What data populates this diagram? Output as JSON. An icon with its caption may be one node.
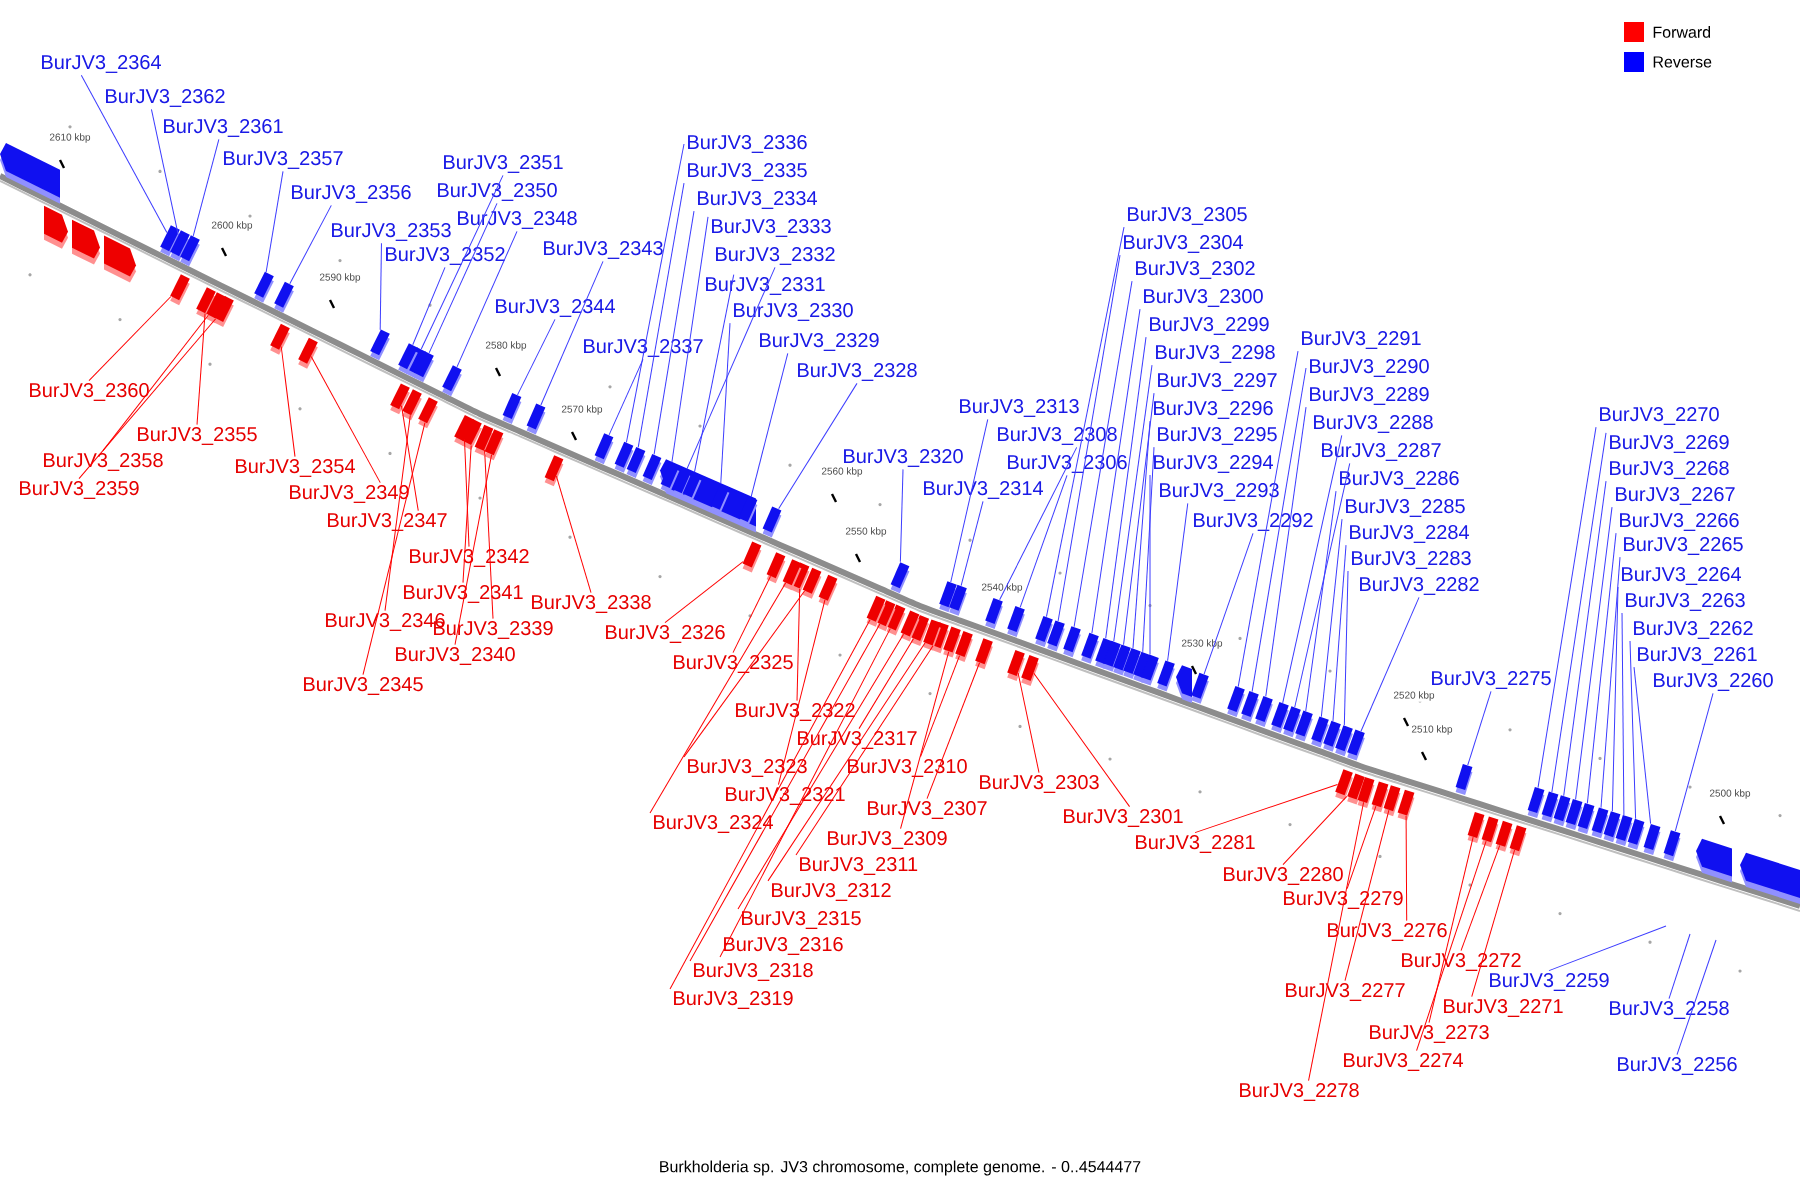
{
  "diagram": {
    "caption": "Burkholderia sp. JV3 chromosome, complete genome. - 0..4544477",
    "nodes": [
      {
        "text": [
          "BurJV3_2364"
        ]
      },
      {
        "text": [
          "BurJV3_2362"
        ]
      },
      {
        "text": [
          "BurJV3_2361"
        ]
      },
      {
        "text": [
          "BurJV3_2357"
        ]
      },
      {
        "text": [
          "BurJV3_2356"
        ]
      },
      {
        "text": [
          "BurJV3_2351"
        ]
      },
      {
        "text": [
          "BurJV3_2350"
        ]
      },
      {
        "text": [
          "BurJV3_2348"
        ]
      },
      {
        "text": [
          "BurJV3_2353"
        ]
      },
      {
        "text": [
          "BurJV3_2352"
        ]
      },
      {
        "text": [
          "BurJV3_2343"
        ]
      },
      {
        "text": [
          "BurJV3_2344"
        ]
      },
      {
        "text": [
          "BurJV3_2337"
        ]
      },
      {
        "text": [
          "BurJV3_2336"
        ]
      },
      {
        "text": [
          "BurJV3_2335"
        ]
      },
      {
        "text": [
          "BurJV3_2334"
        ]
      },
      {
        "text": [
          "BurJV3_2333"
        ]
      },
      {
        "text": [
          "BurJV3_2332"
        ]
      },
      {
        "text": [
          "BurJV3_2331"
        ]
      },
      {
        "text": [
          "BurJV3_2330"
        ]
      },
      {
        "text": [
          "BurJV3_2329"
        ]
      },
      {
        "text": [
          "BurJV3_2328"
        ]
      },
      {
        "text": [
          "BurJV3_2320"
        ]
      },
      {
        "text": [
          "BurJV3_2313"
        ]
      },
      {
        "text": [
          "BurJV3_2314"
        ]
      },
      {
        "text": [
          "BurJV3_2308"
        ]
      },
      {
        "text": [
          "BurJV3_2306"
        ]
      },
      {
        "text": [
          "BurJV3_2305"
        ]
      },
      {
        "text": [
          "BurJV3_2304"
        ]
      },
      {
        "text": [
          "BurJV3_2302"
        ]
      },
      {
        "text": [
          "BurJV3_2300"
        ]
      },
      {
        "text": [
          "BurJV3_2299"
        ]
      },
      {
        "text": [
          "BurJV3_2298"
        ]
      },
      {
        "text": [
          "BurJV3_2297"
        ]
      },
      {
        "text": [
          "BurJV3_2296"
        ]
      },
      {
        "text": [
          "BurJV3_2295"
        ]
      },
      {
        "text": [
          "BurJV3_2294"
        ]
      },
      {
        "text": [
          "BurJV3_2293"
        ]
      },
      {
        "text": [
          "BurJV3_2292"
        ]
      },
      {
        "text": [
          "BurJV3_2291"
        ]
      },
      {
        "text": [
          "BurJV3_2290"
        ]
      },
      {
        "text": [
          "BurJV3_2289"
        ]
      },
      {
        "text": [
          "BurJV3_2288"
        ]
      },
      {
        "text": [
          "BurJV3_2287"
        ]
      },
      {
        "text": [
          "BurJV3_2286"
        ]
      },
      {
        "text": [
          "BurJV3_2285"
        ]
      },
      {
        "text": [
          "BurJV3_2284"
        ]
      },
      {
        "text": [
          "BurJV3_2283"
        ]
      },
      {
        "text": [
          "BurJV3_2282"
        ]
      },
      {
        "text": [
          "BurJV3_2275"
        ]
      },
      {
        "text": [
          "BurJV3_2270"
        ]
      },
      {
        "text": [
          "BurJV3_2269"
        ]
      },
      {
        "text": [
          "BurJV3_2268"
        ]
      },
      {
        "text": [
          "BurJV3_2267"
        ]
      },
      {
        "text": [
          "BurJV3_2266"
        ]
      },
      {
        "text": [
          "BurJV3_2265"
        ]
      },
      {
        "text": [
          "BurJV3_2264"
        ]
      },
      {
        "text": [
          "BurJV3_2263"
        ]
      },
      {
        "text": [
          "BurJV3_2262"
        ]
      },
      {
        "text": [
          "BurJV3_2261"
        ]
      },
      {
        "text": [
          "BurJV3_2260"
        ]
      },
      {
        "text": [
          "BurJV3_2360"
        ]
      },
      {
        "text": [
          "BurJV3_2355"
        ]
      },
      {
        "text": [
          "BurJV3_2358"
        ]
      },
      {
        "text": [
          "BurJV3_2359"
        ]
      },
      {
        "text": [
          "BurJV3_2354"
        ]
      },
      {
        "text": [
          "BurJV3_2349"
        ]
      },
      {
        "text": [
          "BurJV3_2347"
        ]
      },
      {
        "text": [
          "BurJV3_2342"
        ]
      },
      {
        "text": [
          "BurJV3_2341"
        ]
      },
      {
        "text": [
          "BurJV3_2346"
        ]
      },
      {
        "text": [
          "BurJV3_2339"
        ]
      },
      {
        "text": [
          "BurJV3_2340"
        ]
      },
      {
        "text": [
          "BurJV3_2345"
        ]
      },
      {
        "text": [
          "BurJV3_2338"
        ]
      },
      {
        "text": [
          "BurJV3_2326"
        ]
      },
      {
        "text": [
          "BurJV3_2325"
        ]
      },
      {
        "text": [
          "BurJV3_2322"
        ]
      },
      {
        "text": [
          "BurJV3_2317"
        ]
      },
      {
        "text": [
          "BurJV3_2323"
        ]
      },
      {
        "text": [
          "BurJV3_2310"
        ]
      },
      {
        "text": [
          "BurJV3_2321"
        ]
      },
      {
        "text": [
          "BurJV3_2307"
        ]
      },
      {
        "text": [
          "BurJV3_2324"
        ]
      },
      {
        "text": [
          "BurJV3_2309"
        ]
      },
      {
        "text": [
          "BurJV3_2311"
        ]
      },
      {
        "text": [
          "BurJV3_2312"
        ]
      },
      {
        "text": [
          "BurJV3_2315"
        ]
      },
      {
        "text": [
          "BurJV3_2316"
        ]
      },
      {
        "text": [
          "BurJV3_2318"
        ]
      },
      {
        "text": [
          "BurJV3_2319"
        ]
      },
      {
        "text": [
          "BurJV3_2303"
        ]
      },
      {
        "text": [
          "BurJV3_2301"
        ]
      },
      {
        "text": [
          "BurJV3_2281"
        ]
      },
      {
        "text": [
          "BurJV3_2280"
        ]
      },
      {
        "text": [
          "BurJV3_2279"
        ]
      },
      {
        "text": [
          "BurJV3_2276"
        ]
      },
      {
        "text": [
          "BurJV3_2272"
        ]
      },
      {
        "text": [
          "BurJV3_2277"
        ]
      },
      {
        "text": [
          "BurJV3_2271"
        ]
      },
      {
        "text": [
          "BurJV3_2273"
        ]
      },
      {
        "text": [
          "BurJV3_2274"
        ]
      },
      {
        "text": [
          "BurJV3_2278"
        ]
      },
      {
        "text": [
          "BurJV3_2259"
        ]
      },
      {
        "text": [
          "BurJV3_2258"
        ]
      },
      {
        "text": [
          "BurJV3_2256"
        ]
      },
      {
        "text": [],
        "shape": "box"
      },
      {
        "text": [],
        "shape": "box"
      },
      {
        "text": [],
        "shape": "box"
      },
      {
        "text": [],
        "shape": "box"
      },
      {
        "text": [],
        "shape": "box"
      },
      {
        "text": [],
        "shape": "box"
      },
      {
        "text": [],
        "shape": "box"
      },
      {
        "text": [],
        "shape": "box"
      },
      {
        "text": [],
        "shape": "box"
      },
      {
        "text": [],
        "shape": "box"
      },
      {
        "text": [],
        "shape": "box"
      },
      {
        "text": [],
        "shape": "box"
      },
      {
        "text": [],
        "shape": "box"
      },
      {
        "text": [],
        "shape": "box"
      },
      {
        "text": [],
        "shape": "box"
      },
      {
        "text": [],
        "shape": "box"
      },
      {
        "text": [],
        "shape": "box"
      },
      {
        "text": [],
        "shape": "box"
      },
      {
        "text": [],
        "shape": "box"
      },
      {
        "text": [],
        "shape": "box"
      },
      {
        "text": [],
        "shape": "box"
      },
      {
        "text": [],
        "shape": "box"
      },
      {
        "text": [],
        "shape": "box"
      },
      {
        "text": [],
        "shape": "box"
      },
      {
        "text": [],
        "shape": "box"
      },
      {
        "text": [],
        "shape": "box"
      },
      {
        "text": [],
        "shape": "box"
      },
      {
        "text": [],
        "shape": "box"
      },
      {
        "text": [],
        "shape": "box"
      },
      {
        "text": [],
        "shape": "box"
      },
      {
        "text": [],
        "shape": "box"
      },
      {
        "text": [],
        "shape": "box"
      },
      {
        "text": [],
        "shape": "box"
      },
      {
        "text": [],
        "shape": "box"
      },
      {
        "text": [],
        "shape": "box"
      },
      {
        "text": [],
        "shape": "box"
      },
      {
        "text": [],
        "shape": "box"
      },
      {
        "text": [],
        "shape": "box"
      },
      {
        "text": [],
        "shape": "box"
      },
      {
        "text": [],
        "shape": "box"
      },
      {
        "text": [],
        "shape": "box"
      },
      {
        "text": [],
        "shape": "box"
      },
      {
        "text": [],
        "shape": "box"
      },
      {
        "text": [],
        "shape": "box"
      },
      {
        "text": [],
        "shape": "box"
      },
      {
        "text": [],
        "shape": "box"
      },
      {
        "text": [],
        "shape": "box"
      },
      {
        "text": [],
        "shape": "box"
      },
      {
        "text": [],
        "shape": "box"
      },
      {
        "text": [],
        "shape": "box"
      },
      {
        "text": [],
        "shape": "box"
      },
      {
        "text": [],
        "shape": "box"
      },
      {
        "text": [],
        "shape": "box"
      },
      {
        "text": [],
        "shape": "box"
      },
      {
        "text": [],
        "shape": "box"
      },
      {
        "text": [],
        "shape": "box"
      },
      {
        "text": [],
        "shape": "box"
      },
      {
        "text": [],
        "shape": "box"
      },
      {
        "text": [],
        "shape": "box"
      },
      {
        "text": [],
        "shape": "box"
      },
      {
        "text": [],
        "shape": "box"
      },
      {
        "text": [],
        "shape": "box"
      },
      {
        "text": [],
        "shape": "box"
      },
      {
        "text": [],
        "shape": "box"
      },
      {
        "text": [],
        "shape": "box"
      },
      {
        "text": [],
        "shape": "box"
      },
      {
        "text": [],
        "shape": "box"
      },
      {
        "text": [],
        "shape": "box"
      },
      {
        "text": [],
        "shape": "box"
      },
      {
        "text": [],
        "shape": "box"
      },
      {
        "text": [],
        "shape": "box"
      },
      {
        "text": [],
        "shape": "box"
      },
      {
        "text": [],
        "shape": "box"
      },
      {
        "text": [],
        "shape": "box"
      },
      {
        "text": [],
        "shape": "box"
      },
      {
        "text": [],
        "shape": "box"
      },
      {
        "text": [],
        "shape": "box"
      },
      {
        "text": [],
        "shape": "box"
      },
      {
        "text": [],
        "shape": "box"
      },
      {
        "text": [],
        "shape": "box"
      },
      {
        "text": [],
        "shape": "box"
      },
      {
        "text": [],
        "shape": "box"
      },
      {
        "text": [],
        "shape": "box"
      },
      {
        "text": [],
        "shape": "box"
      },
      {
        "text": [],
        "shape": "box"
      },
      {
        "text": [],
        "shape": "box"
      },
      {
        "text": [],
        "shape": "box"
      },
      {
        "text": [],
        "shape": "box"
      },
      {
        "text": [],
        "shape": "box"
      },
      {
        "text": [],
        "shape": "box"
      },
      {
        "text": [],
        "shape": "box"
      },
      {
        "text": [],
        "shape": "box"
      },
      {
        "text": [],
        "shape": "box"
      },
      {
        "text": [],
        "shape": "box"
      },
      {
        "text": [],
        "shape": "box"
      },
      {
        "text": [],
        "shape": "box"
      },
      {
        "text": [],
        "shape": "box"
      },
      {
        "text": [],
        "shape": "box"
      },
      {
        "text": [],
        "shape": "box"
      },
      {
        "text": [],
        "shape": "box"
      },
      {
        "text": [],
        "shape": "box"
      },
      {
        "text": [],
        "shape": "box"
      },
      {
        "text": [],
        "shape": "box"
      }
    ],
    "edges": [
      {
        "from": 0,
        "to": 106,
        "arrow": "none"
      },
      {
        "from": 1,
        "to": 107,
        "arrow": "none"
      },
      {
        "from": 2,
        "to": 108,
        "arrow": "none"
      },
      {
        "from": 3,
        "to": 109,
        "arrow": "none"
      },
      {
        "from": 4,
        "to": 110,
        "arrow": "none"
      },
      {
        "from": 5,
        "to": 111,
        "arrow": "none"
      },
      {
        "from": 6,
        "to": 112,
        "arrow": "none"
      },
      {
        "from": 7,
        "to": 113,
        "arrow": "none"
      },
      {
        "from": 8,
        "to": 114,
        "arrow": "none"
      },
      {
        "from": 9,
        "to": 115,
        "arrow": "none"
      },
      {
        "from": 10,
        "to": 116,
        "arrow": "none"
      },
      {
        "from": 11,
        "to": 117,
        "arrow": "none"
      },
      {
        "from": 12,
        "to": 118,
        "arrow": "none"
      },
      {
        "from": 13,
        "to": 119,
        "arrow": "none"
      },
      {
        "from": 14,
        "to": 120,
        "arrow": "none"
      },
      {
        "from": 15,
        "to": 121,
        "arrow": "none"
      },
      {
        "from": 16,
        "to": 122,
        "arrow": "none"
      },
      {
        "from": 17,
        "to": 123,
        "arrow": "none"
      },
      {
        "from": 18,
        "to": 124,
        "arrow": "none"
      },
      {
        "from": 19,
        "to": 125,
        "arrow": "none"
      },
      {
        "from": 20,
        "to": 126,
        "arrow": "none"
      },
      {
        "from": 21,
        "to": 127,
        "arrow": "none"
      },
      {
        "from": 22,
        "to": 128,
        "arrow": "none"
      },
      {
        "from": 23,
        "to": 129,
        "arrow": "none"
      },
      {
        "from": 24,
        "to": 130,
        "arrow": "none"
      },
      {
        "from": 25,
        "to": 131,
        "arrow": "none"
      },
      {
        "from": 26,
        "to": 132,
        "arrow": "none"
      },
      {
        "from": 27,
        "to": 133,
        "arrow": "none"
      },
      {
        "from": 28,
        "to": 134,
        "arrow": "none"
      },
      {
        "from": 29,
        "to": 135,
        "arrow": "none"
      },
      {
        "from": 30,
        "to": 136,
        "arrow": "none"
      },
      {
        "from": 31,
        "to": 137,
        "arrow": "none"
      },
      {
        "from": 32,
        "to": 138,
        "arrow": "none"
      },
      {
        "from": 33,
        "to": 139,
        "arrow": "none"
      },
      {
        "from": 34,
        "to": 140,
        "arrow": "none"
      },
      {
        "from": 35,
        "to": 141,
        "arrow": "none"
      },
      {
        "from": 36,
        "to": 142,
        "arrow": "none"
      },
      {
        "from": 37,
        "to": 143,
        "arrow": "none"
      },
      {
        "from": 38,
        "to": 144,
        "arrow": "none"
      },
      {
        "from": 39,
        "to": 145,
        "arrow": "none"
      },
      {
        "from": 40,
        "to": 146,
        "arrow": "none"
      },
      {
        "from": 41,
        "to": 147,
        "arrow": "none"
      },
      {
        "from": 42,
        "to": 148,
        "arrow": "none"
      },
      {
        "from": 43,
        "to": 149,
        "arrow": "none"
      },
      {
        "from": 44,
        "to": 150,
        "arrow": "none"
      },
      {
        "from": 45,
        "to": 151,
        "arrow": "none"
      },
      {
        "from": 46,
        "to": 152,
        "arrow": "none"
      },
      {
        "from": 47,
        "to": 153,
        "arrow": "none"
      },
      {
        "from": 48,
        "to": 154,
        "arrow": "none"
      },
      {
        "from": 49,
        "to": 155,
        "arrow": "none"
      },
      {
        "from": 50,
        "to": 156,
        "arrow": "none"
      },
      {
        "from": 51,
        "to": 157,
        "arrow": "none"
      },
      {
        "from": 52,
        "to": 158,
        "arrow": "none"
      },
      {
        "from": 53,
        "to": 159,
        "arrow": "none"
      },
      {
        "from": 54,
        "to": 160,
        "arrow": "none"
      },
      {
        "from": 55,
        "to": 161,
        "arrow": "none"
      },
      {
        "from": 56,
        "to": 162,
        "arrow": "none"
      },
      {
        "from": 57,
        "to": 163,
        "arrow": "none"
      },
      {
        "from": 58,
        "to": 164,
        "arrow": "none"
      },
      {
        "from": 59,
        "to": 165,
        "arrow": "none"
      },
      {
        "from": 60,
        "to": 166,
        "arrow": "none"
      },
      {
        "from": 61,
        "to": 167,
        "arrow": "none",
        "color": "#ff0000"
      },
      {
        "from": 62,
        "to": 168,
        "arrow": "none",
        "color": "#ff0000"
      },
      {
        "from": 63,
        "to": 169,
        "arrow": "none",
        "color": "#ff0000"
      },
      {
        "from": 64,
        "to": 170,
        "arrow": "none",
        "color": "#ff0000"
      },
      {
        "from": 65,
        "to": 171,
        "arrow": "none",
        "color": "#ff0000"
      },
      {
        "from": 66,
        "to": 172,
        "arrow": "none",
        "color": "#ff0000"
      },
      {
        "from": 67,
        "to": 173,
        "arrow": "none",
        "color": "#ff0000"
      },
      {
        "from": 68,
        "to": 174,
        "arrow": "none",
        "color": "#ff0000"
      },
      {
        "from": 69,
        "to": 175,
        "arrow": "none",
        "color": "#ff0000"
      },
      {
        "from": 70,
        "to": 176,
        "arrow": "none",
        "color": "#ff0000"
      },
      {
        "from": 71,
        "to": 177,
        "arrow": "none",
        "color": "#ff0000"
      },
      {
        "from": 72,
        "to": 178,
        "arrow": "none",
        "color": "#ff0000"
      },
      {
        "from": 73,
        "to": 179,
        "arrow": "none",
        "color": "#ff0000"
      },
      {
        "from": 74,
        "to": 180,
        "arrow": "none",
        "color": "#ff0000"
      },
      {
        "from": 75,
        "to": 181,
        "arrow": "none",
        "color": "#ff0000"
      },
      {
        "from": 76,
        "to": 182,
        "arrow": "none",
        "color": "#ff0000"
      },
      {
        "from": 77,
        "to": 183,
        "arrow": "none",
        "color": "#ff0000"
      },
      {
        "from": 78,
        "to": 184,
        "arrow": "none",
        "color": "#ff0000"
      },
      {
        "from": 79,
        "to": 185,
        "arrow": "none",
        "color": "#ff0000"
      },
      {
        "from": 80,
        "to": 186,
        "arrow": "none",
        "color": "#ff0000"
      },
      {
        "from": 81,
        "to": 187,
        "arrow": "none",
        "color": "#ff0000"
      },
      {
        "from": 82,
        "to": 188,
        "arrow": "none",
        "color": "#ff0000"
      },
      {
        "from": 83,
        "to": 189,
        "arrow": "none",
        "color": "#ff0000"
      },
      {
        "from": 84,
        "to": 190,
        "arrow": "none",
        "color": "#ff0000"
      },
      {
        "from": 85,
        "to": 191,
        "arrow": "none",
        "color": "#ff0000"
      },
      {
        "from": 86,
        "to": 192,
        "arrow": "none",
        "color": "#ff0000"
      },
      {
        "from": 87,
        "to": 193,
        "arrow": "none",
        "color": "#ff0000"
      },
      {
        "from": 88,
        "to": 194,
        "arrow": "none",
        "color": "#ff0000"
      },
      {
        "from": 89,
        "to": 195,
        "arrow": "none",
        "color": "#ff0000"
      },
      {
        "from": 90,
        "to": 196,
        "arrow": "none",
        "color": "#ff0000"
      },
      {
        "from": 91,
        "to": 197,
        "arrow": "none",
        "color": "#ff0000"
      },
      {
        "from": 92,
        "to": 198,
        "arrow": "none",
        "color": "#ff0000"
      },
      {
        "from": 93,
        "to": 199,
        "arrow": "none",
        "color": "#ff0000"
      },
      {
        "from": 94,
        "to": 200,
        "arrow": "none",
        "color": "#ff0000"
      },
      {
        "from": 95,
        "to": 201,
        "arrow": "none",
        "color": "#ff0000"
      },
      {
        "from": 96,
        "to": 202,
        "arrow": "none",
        "color": "#ff0000"
      },
      {
        "from": 97,
        "to": 203,
        "arrow": "none",
        "color": "#ff0000"
      },
      {
        "from": 98,
        "to": 204,
        "arrow": "none",
        "color": "#ff0000"
      },
      {
        "from": 99,
        "to": 205,
        "arrow": "none",
        "color": "#ff0000"
      },
      {
        "from": 100,
        "to": 206,
        "arrow": "none",
        "color": "#ff0000"
      },
      {
        "from": 101,
        "to": 207,
        "arrow": "none",
        "color": "#ff0000"
      },
      {
        "from": 102,
        "to": 208,
        "arrow": "none",
        "color": "#ff0000"
      },
      {
        "from": 103,
        "to": null,
        "arrow": "none"
      },
      {
        "from": 104,
        "to": null,
        "arrow": "none"
      },
      {
        "from": 105,
        "to": null,
        "arrow": "none"
      }
    ],
    "labels": [
      "2610 kbp",
      "2600 kbp",
      "2590 kbp",
      "2580 kbp",
      "2570 kbp",
      "2560 kbp",
      "2550 kbp",
      "2540 kbp",
      "2530 kbp",
      "2520 kbp",
      "2510 kbp",
      "2500 kbp"
    ],
    "legend": [
      {
        "text": "Forward",
        "color": "#ff0000"
      },
      {
        "text": "Reverse",
        "color": "#0000ff"
      }
    ]
  }
}
